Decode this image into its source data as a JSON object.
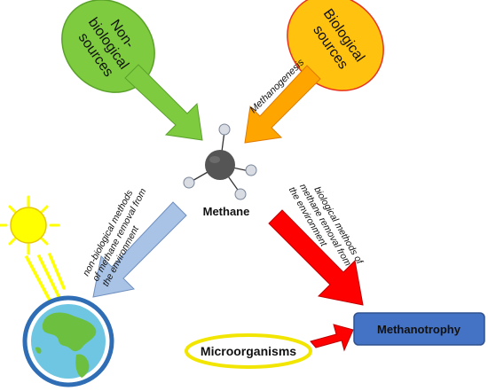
{
  "nodes": {
    "non_biological_sources": {
      "label": "Non-biological sources",
      "lines": [
        "Non-",
        "biological",
        "sources"
      ],
      "color": "#7ecb3f",
      "stroke": "#5aa12a"
    },
    "biological_sources": {
      "label": "Biological sources",
      "lines": [
        "Biological",
        "sources"
      ],
      "color": "#ffc20e",
      "stroke": "#e8321e"
    },
    "methane": {
      "label": "Methane",
      "core_color": "#555555"
    },
    "microorganisms": {
      "label": "Microorganisms",
      "fill": "#ffffff",
      "stroke": "#f2e600"
    },
    "methanotrophy": {
      "label": "Methanotrophy",
      "fill": "#4472c4",
      "text_color": "#111111"
    }
  },
  "edges": {
    "methanogenesis": {
      "label": "Methanogenesis",
      "color": "#ffa500"
    },
    "non_bio_to_methane": {
      "color": "#7ecb3f"
    },
    "non_biological_removal": {
      "lines": [
        "non-biological methods",
        "of methane removal from",
        "the environment"
      ],
      "color": "#a9c3e6"
    },
    "biological_removal": {
      "lines": [
        "biological methods of",
        "methane removal from",
        "the environment"
      ],
      "color": "#ff0000"
    },
    "micro_to_methanotrophy": {
      "color": "#ff0000"
    }
  },
  "icons": {
    "sun": {
      "name": "sun-icon",
      "color": "#ffff00",
      "stroke": "#e6c800"
    },
    "earth": {
      "name": "earth-globe-icon",
      "ocean": "#6fc6e2",
      "land": "#6cbf3f",
      "ring": "#2f6db5"
    }
  }
}
